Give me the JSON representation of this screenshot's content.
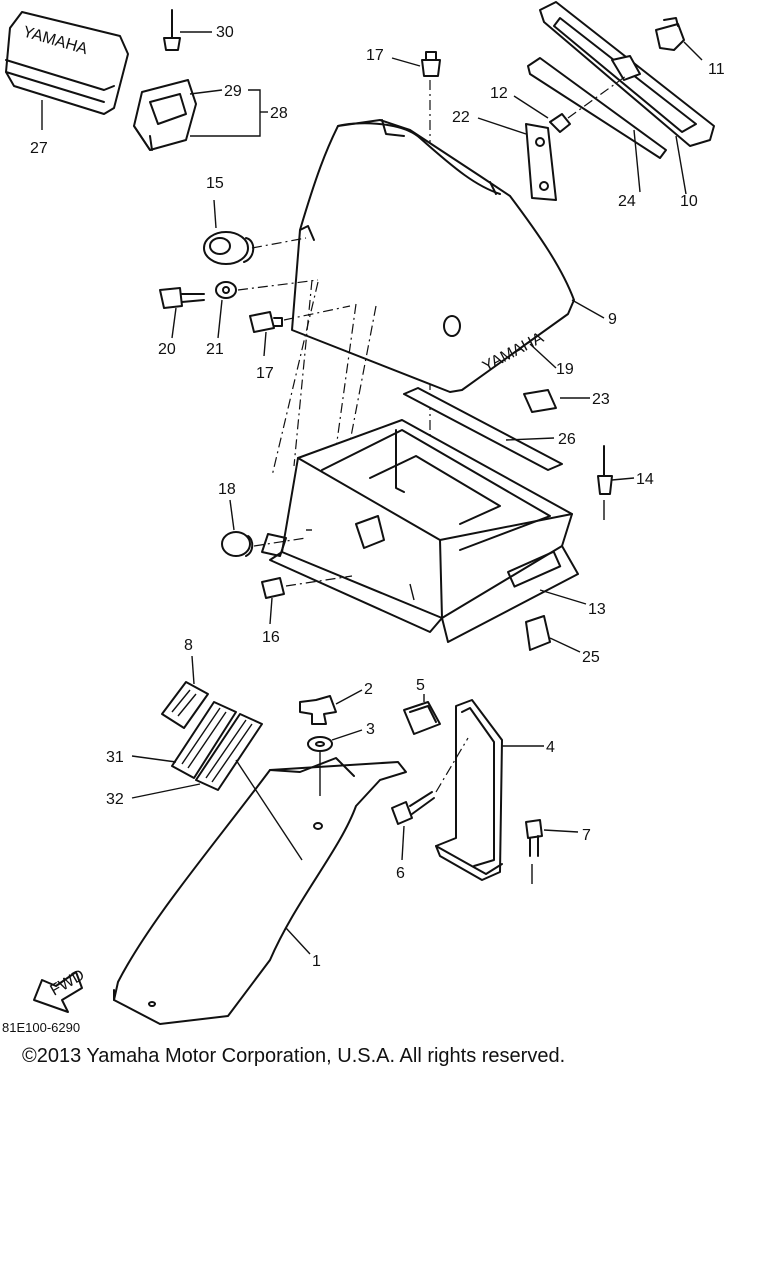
{
  "diagram": {
    "callouts": {
      "c1": "1",
      "c2": "2",
      "c3": "3",
      "c4": "4",
      "c5": "5",
      "c6": "6",
      "c7": "7",
      "c8": "8",
      "c9": "9",
      "c10": "10",
      "c11": "11",
      "c12": "12",
      "c13": "13",
      "c14": "14",
      "c15": "15",
      "c16": "16",
      "c17a": "17",
      "c17b": "17",
      "c18": "18",
      "c19": "19",
      "c20": "20",
      "c21": "21",
      "c22": "22",
      "c23": "23",
      "c24": "24",
      "c25": "25",
      "c26": "26",
      "c27": "27",
      "c28": "28",
      "c29": "29",
      "c30": "30",
      "c31": "31",
      "c32": "32"
    },
    "part_labels": {
      "seat_label": "YAMAHA",
      "cover_label": "YAMAHA",
      "fwd_arrow": "FWD"
    }
  },
  "footer": {
    "reference_code": "81E100-6290",
    "copyright": "©2013 Yamaha Motor Corporation, U.S.A. All rights reserved."
  }
}
